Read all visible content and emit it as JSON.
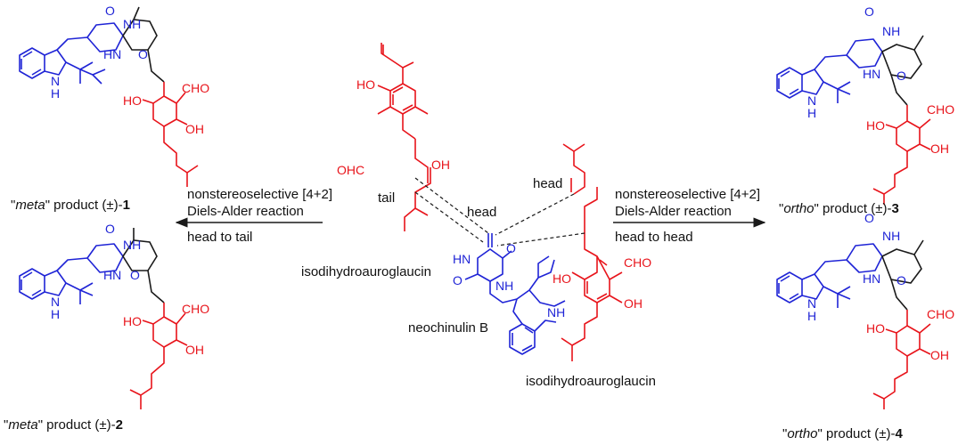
{
  "colors": {
    "blue": "#1f24d6",
    "red": "#e8141b",
    "black": "#1a1a1a"
  },
  "atoms": {
    "o": "O",
    "nh": "NH",
    "hn": "HN",
    "h": "H",
    "n": "N",
    "oh": "OH",
    "ho": "HO",
    "cho": "CHO",
    "ohc": "OHC"
  },
  "labels": {
    "head": "head",
    "tail": "tail",
    "iso_left": "isodihydroauroglaucin",
    "iso_right": "isodihydroauroglaucin",
    "neochinulin": "neochinulin B"
  },
  "left_arrow": {
    "line1": "nonstereoselective [4+2]",
    "line2": "Diels-Alder reaction",
    "line3": "head to tail"
  },
  "right_arrow": {
    "line1": "nonstereoselective [4+2]",
    "line2": "Diels-Alder reaction",
    "line3": "head to head"
  },
  "products": {
    "p1": {
      "q1": "\"",
      "type": "meta",
      "q2": "\" product ",
      "pm": "(±)-",
      "num": "1"
    },
    "p2": {
      "q1": "\"",
      "type": "meta",
      "q2": "\" product  ",
      "pm": "(±)-",
      "num": "2"
    },
    "p3": {
      "q1": "\"",
      "type": "ortho",
      "q2": "\" product ",
      "pm": "(±)-",
      "num": "3"
    },
    "p4": {
      "q1": "\"",
      "type": "ortho",
      "q2": "\" product ",
      "pm": "(±)-",
      "num": "4"
    }
  }
}
